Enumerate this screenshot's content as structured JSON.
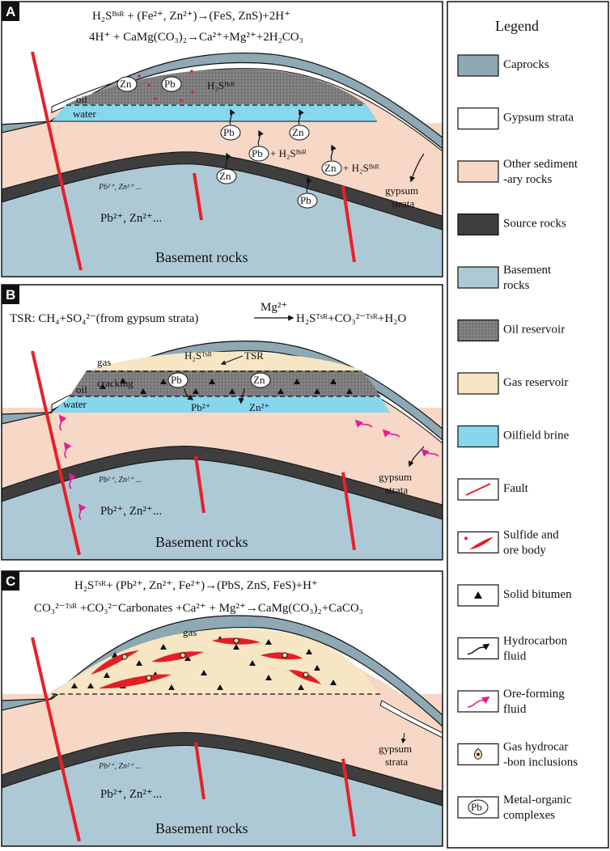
{
  "panels": [
    {
      "letter": "A",
      "eq1": "H₂Sᴮˢᴿ + (Fe²⁺, Zn²⁺)→(FeS, ZnS)+2H⁺",
      "eq2": "4H⁺ + CaMg(CO₃)₂→Ca²⁺+Mg²⁺+2H₂CO₃",
      "h2s": "H₂Sᴮˢᴿ",
      "oil": "oil",
      "water": "water",
      "pb_h2s": "+ H₂Sᴮˢᴿ",
      "zn_h2s": "+ H₂Sᴮˢᴿ",
      "gypsum": "gypsum",
      "strata": "strata",
      "source_ions": "Pb²⁺, Zn²⁺ ...",
      "ions": "Pb²⁺, Zn²⁺...",
      "basement": "Basement rocks"
    },
    {
      "letter": "B",
      "eq1": "TSR: CH₄+SO₄²⁻(from gypsum strata)",
      "eq_over": "Mg²⁺",
      "eq_right": "H₂Sᵀˢᴿ+CO₃²⁻ᵀˢᴿ+H₂O",
      "gas": "gas",
      "h2s": "H₂Sᵀˢᴿ",
      "tsr": "TSR",
      "cracking": "cracking",
      "oil": "oil",
      "water": "water",
      "pb_ion": "Pb²⁺",
      "zn_ion": "Zn²⁺",
      "gypsum": "gypsum",
      "strata": "strata",
      "source_ions": "Pb²⁺, Zn²⁺ ...",
      "ions": "Pb²⁺, Zn²⁺...",
      "basement": "Basement rocks"
    },
    {
      "letter": "C",
      "eq1": "H₂Sᵀˢᴿ+ (Pb²⁺, Zn²⁺, Fe²⁺)→(PbS, ZnS, FeS)+H⁺",
      "eq2": "CO₃²⁻ᵀˢᴿ +CO₃²⁻Carbonates +Ca²⁺ + Mg²⁺→CaMg(CO₃)₂+CaCO₃",
      "gas": "gas",
      "gypsum": "gypsum",
      "strata": "strata",
      "source_ions": "Pb²⁺, Zn²⁺ ...",
      "ions": "Pb²⁺, Zn²⁺...",
      "basement": "Basement rocks"
    }
  ],
  "complex_labels": {
    "zn": "Zn",
    "pb": "Pb"
  },
  "legend": {
    "title": "Legend",
    "items": [
      {
        "key": "caprocks",
        "lines": [
          "Caprocks"
        ]
      },
      {
        "key": "gypsum",
        "lines": [
          "Gypsum strata"
        ]
      },
      {
        "key": "sediment",
        "lines": [
          "Other sediment",
          "-ary rocks"
        ]
      },
      {
        "key": "source",
        "lines": [
          "Source rocks"
        ]
      },
      {
        "key": "basement",
        "lines": [
          "Basement",
          "rocks"
        ]
      },
      {
        "key": "oil",
        "lines": [
          "Oil reservoir"
        ]
      },
      {
        "key": "gas",
        "lines": [
          "Gas reservoir"
        ]
      },
      {
        "key": "brine",
        "lines": [
          "Oilfield brine"
        ]
      },
      {
        "key": "fault",
        "lines": [
          "Fault"
        ]
      },
      {
        "key": "sulfide",
        "lines": [
          "Sulfide and",
          "ore body"
        ]
      },
      {
        "key": "bitumen",
        "lines": [
          "Solid bitumen"
        ]
      },
      {
        "key": "hc_fluid",
        "lines": [
          "Hydrocarbon",
          "fluid"
        ]
      },
      {
        "key": "ore_fluid",
        "lines": [
          "Ore-forming",
          "fluid"
        ]
      },
      {
        "key": "inclusion",
        "lines": [
          "Gas hydrocar",
          "-bon inclusions"
        ]
      },
      {
        "key": "complex",
        "lines": [
          "Metal-organic",
          "complexes"
        ]
      }
    ]
  },
  "colors": {
    "caprock": "#8ea8b4",
    "sediment": "#f7d7c6",
    "source": "#3e3e3e",
    "basement": "#aec9d6",
    "oil": "#7a7a7a",
    "gas": "#f6e6c4",
    "brine": "#86d6ee",
    "fault": "#e8202a",
    "ore": "#e41e26",
    "ore_fluid": "#e0208f"
  }
}
